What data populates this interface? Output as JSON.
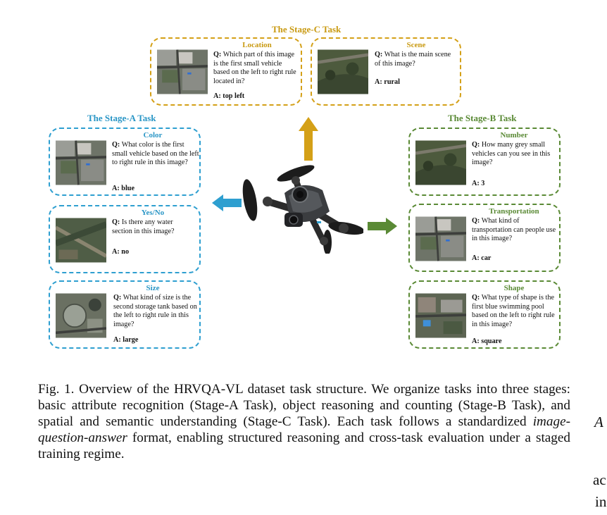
{
  "figure": {
    "stage_c": {
      "title": "The Stage-C Task",
      "cards": [
        {
          "title": "Location",
          "q_prefix": "Q:",
          "question": "Which part of this image is the first small vehicle based on the left to right rule located in?",
          "a_prefix": "A:",
          "answer": "top left"
        },
        {
          "title": "Scene",
          "q_prefix": "Q:",
          "question": "What is the main scene of this image?",
          "a_prefix": "A:",
          "answer": "rural"
        }
      ]
    },
    "stage_a": {
      "title": "The Stage-A Task",
      "cards": [
        {
          "title": "Color",
          "q_prefix": "Q:",
          "question": "What color is the first small vehicle based on the left to right rule in this image?",
          "a_prefix": "A:",
          "answer": "blue"
        },
        {
          "title": "Yes/No",
          "q_prefix": "Q:",
          "question": "Is there any water section in this image?",
          "a_prefix": "A:",
          "answer": "no"
        },
        {
          "title": "Size",
          "q_prefix": "Q:",
          "question": "What kind of size is the second storage tank based on the left to right rule in this image?",
          "a_prefix": "A:",
          "answer": "large"
        }
      ]
    },
    "stage_b": {
      "title": "The Stage-B Task",
      "cards": [
        {
          "title": "Number",
          "q_prefix": "Q:",
          "question": "How many grey small vehicles can you see in this image?",
          "a_prefix": "A:",
          "answer": "3"
        },
        {
          "title": "Transportation",
          "q_prefix": "Q:",
          "question": "What kind of transportation can people use in this image?",
          "a_prefix": "A:",
          "answer": "car"
        },
        {
          "title": "Shape",
          "q_prefix": "Q:",
          "question": "What type of shape is the first blue swimming pool based on the left to right rule in this image?",
          "a_prefix": "A:",
          "answer": "square"
        }
      ]
    },
    "colors": {
      "stage_a": "#2e9fd0",
      "stage_b": "#5a8a35",
      "stage_c": "#d4a017"
    }
  },
  "caption": {
    "label": "Fig. 1.",
    "text_before": "Overview of the HRVQA-VL dataset task structure. We organize tasks into three stages: basic attribute recognition (Stage-A Task), object reasoning and counting (Stage-B Task), and spatial and semantic understanding (Stage-C Task). Each task follows a standardized ",
    "italic": "image-question-answer",
    "text_after": " format, enabling structured reasoning and cross-task evaluation under a staged training regime."
  },
  "side_fragments": [
    "A",
    "ac",
    "in"
  ]
}
